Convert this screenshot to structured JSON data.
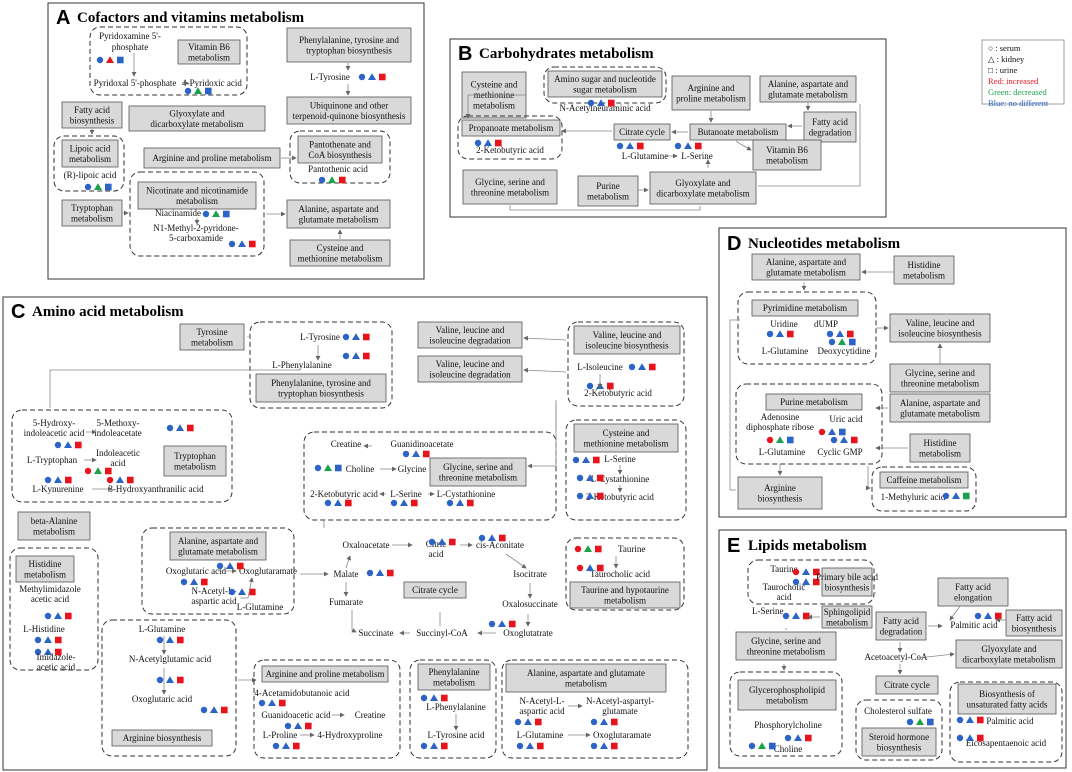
{
  "panels": [
    {
      "letter": "A",
      "title": "Cofactors and vitamins metabolism"
    },
    {
      "letter": "B",
      "title": "Carbohydrates metabolism"
    },
    {
      "letter": "C",
      "title": "Amino acid metabolism"
    },
    {
      "letter": "D",
      "title": "Nucleotides metabolism"
    },
    {
      "letter": "E",
      "title": "Lipids metabolism"
    }
  ],
  "legend": {
    "serum": "○ : serum",
    "kidney": "△ : kidney",
    "urine": "□ : urine",
    "increased": "Red: increased",
    "decreased": "Green: decreased",
    "no_different": "Blue: no different"
  },
  "colors": {
    "increased": "#e8141c",
    "decreased": "#1aa34a",
    "no_different": "#2b63c6"
  },
  "A": {
    "pyridoxamine": "Pyridoxamine 5'-",
    "phosphate": "phosphate",
    "vitb6": "Vitamin B6",
    "vitb6b": "metabolism",
    "pyridoxal": "Pyridoxal 5'-phosphate",
    "pyridoxic": "4-Pyridoxic acid",
    "phe1": "Phenylalanine, tyrosine and",
    "phe2": "tryptophan biosynthesis",
    "ltyr": "L-Tyrosine",
    "ubi1": "Ubiquinone and other",
    "ubi2": "terpenoid-quinone biosynthesis",
    "fa1": "Fatty acid",
    "fa2": "biosynthesis",
    "gly1": "Glyoxylate and",
    "gly2": "dicarboxylate metabolism",
    "lip1": "Lipoic acid",
    "lip2": "metabolism",
    "rlip": "(R)-lipoic acid",
    "arg": "Arginine and proline metabolism",
    "pan1": "Pantothenate and",
    "pan2": "CoA biosynthesis",
    "pana": "Pantothenic acid",
    "nic1": "Nicotinate and nicotinamide",
    "nic2": "metabolism",
    "niac": "Niacinamide",
    "n1a": "N1-Methyl-2-pyridone-",
    "n1b": "5-carboxamide",
    "trp1": "Tryptophan",
    "trp2": "metabolism",
    "ala1": "Alanine, aspartate and",
    "ala2": "glutamate metabolism",
    "cys1": "Cysteine and",
    "cys2": "methionine metabolism"
  },
  "B": {
    "cys1": "Cysteine and",
    "cys2": "methionine",
    "cys3": "metabolism",
    "amino1": "Amino sugar and nucleotide",
    "amino2": "sugar metabolism",
    "nacetyl": "N-Acetylneuraminic acid",
    "arg1": "Arginine and",
    "arg2": "proline metabolism",
    "ala1": "Alanine, aspartate and",
    "ala2": "glutamate metabolism",
    "prop": "Propanoate metabolism",
    "ketob": "2-Ketobutyric acid",
    "citrate": "Citrate cycle",
    "buta": "Butanoate metabolism",
    "fad1": "Fatty acid",
    "fad2": "degradation",
    "lglu": "L-Glutamine",
    "lser": "L-Serine",
    "vb61": "Vitamin B6",
    "vb62": "metabolism",
    "gly1": "Glycine, serine and",
    "gly2": "threonine metabolism",
    "pur1": "Purine",
    "pur2": "metabolism",
    "glx1": "Glyoxylate and",
    "glx2": "dicarboxylate metabolism"
  },
  "C": {
    "tyr1": "Tyrosine",
    "tyr2": "metabolism",
    "ltyr": "L-Tyrosine",
    "lphe": "L-Phenylalanine",
    "phe1": "Phenylalanine, tyrosine and",
    "phe2": "tryptophan biosynthesis",
    "vald1": "Valine, leucine and",
    "vald2": "isoleucine degradation",
    "valb1": "Valine, leucine and",
    "valb2": "isoleucine biosynthesis",
    "lile": "L-Isoleucine",
    "ketob": "2-Ketobutyric acid",
    "hia1": "5-Hydroxy-",
    "hia2": "indoleacetic acid",
    "mia1": "5-Methoxy-",
    "mia2": "indoleacetate",
    "ltrp": "L-Tryptophan",
    "ind1": "Indoleacetic",
    "ind2": "acid",
    "trpm1": "Tryptophan",
    "trpm2": "metabolism",
    "lkyn": "L-Kynurenine",
    "hydro": "3-Hydroxyanthranilic acid",
    "creat": "Creatine",
    "guan": "Guanidinoacetate",
    "chol": "Choline",
    "glyc": "Glycine",
    "gst1": "Glycine, serine and",
    "gst2": "threonine metabolism",
    "ketob2": "2-Ketobutyric acid",
    "lser": "L-Serine",
    "lcys": "L-Cystathionine",
    "cysm1": "Cysteine and",
    "cysm2": "methionine metabolism",
    "lser2": "L-Serine",
    "lcys2": "L-Cystathionine",
    "ketob3": "2-Ketobutyric acid",
    "bala1": "beta-Alanine",
    "bala2": "metabolism",
    "his1": "Histidine",
    "his2": "metabolism",
    "mim1": "Methylimidazole",
    "mim2": "acetic acid",
    "lhis": "L-Histidine",
    "imi1": "Imidazole-",
    "imi2": "acetic acid",
    "alag1": "Alanine, aspartate and",
    "alag2": "glutamate metabolism",
    "oxoa": "Oxoglutaric acid",
    "oxoam": "Oxoglutaramate",
    "nacasp1": "N-Acetyl-L-",
    "nacasp2": "aspartic acid",
    "lglu": "L-Glutamine",
    "oxaloa": "Oxaloacetate",
    "citric1": "Citric",
    "citric2": "acid",
    "cisac": "cis-Aconitate",
    "malate": "Malate",
    "fumarate": "Fumarate",
    "isocit": "Isocitrate",
    "oxalos": "Oxalosuccinate",
    "citcyc": "Citrate cycle",
    "succ": "Succinate",
    "succoa": "Succinyl-CoA",
    "oxog": "Oxoglutatrate",
    "taurine": "Taurine",
    "tauroch": "Taurocholic acid",
    "tau1": "Taurine and hypotaurine",
    "tau2": "metabolism",
    "lglu2": "L-Glutamine",
    "nacg": "N-Acetylglutamic acid",
    "oxoa2": "Oxoglutaric acid",
    "argb": "Arginine biosynthesis",
    "argp": "Arginine and proline metabolism",
    "acet": "4-Acetamidobutanoic acid",
    "guan2": "Guanidoacetic acid",
    "creat2": "Creatine",
    "lpro": "L-Proline",
    "hyp": "4-Hydroxyproline",
    "phem1": "Phenylalanine",
    "phem2": "metabolism",
    "lphe2": "L-Phenylalanine",
    "ltyr2": "L-Tyrosine acid",
    "alag3": "Alanine, aspartate and glutamate",
    "alag4": "metabolism",
    "naca1": "N-Acetyl-L-",
    "naca2": "aspartic acid",
    "nacaa1": "N-Acetyl-aspartyl-",
    "nacaa2": "glutamate",
    "lglu3": "L-Glutamine",
    "oxoam2": "Oxoglutaramate"
  },
  "D": {
    "ala1": "Alanine, aspartate and",
    "ala2": "glutamate metabolism",
    "his1": "Histidine",
    "his2": "metabolism",
    "pyr": "Pyrimidine metabolism",
    "uridine": "Uridine",
    "dump": "dUMP",
    "lglu": "L-Glutamine",
    "deoxy": "Deoxycytidine",
    "val1": "Valine, leucine and",
    "val2": "isoleucine biosynthesis",
    "gly1": "Glycine, serine and",
    "gly2": "threonine metabolism",
    "pur": "Purine metabolism",
    "aden1": "Adenosine",
    "aden2": "diphosphate ribose",
    "uric": "Uric acid",
    "ala3": "Alanine, aspartate and",
    "ala4": "glutamate metabolism",
    "lglu2": "L-Glutamine",
    "cgmp": "Cyclic GMP",
    "his3": "Histidine",
    "his4": "metabolism",
    "caf": "Caffeine metabolism",
    "methu": "1-Methyluric acid",
    "argb1": "Arginine",
    "argb2": "biosynthesis"
  },
  "E": {
    "taurine": "Taurine",
    "tauro1": "Taurocholic",
    "tauro2": "acid",
    "pba1": "Primary bile acid",
    "pba2": "biosynthesis",
    "lser": "L-Serine",
    "sph1": "Sphingolipid",
    "sph2": "metabolism",
    "fae1": "Fatty acid",
    "fae2": "elongation",
    "gly1": "Glycine, serine and",
    "gly2": "threonine metabolism",
    "fad1": "Fatty acid",
    "fad2": "degradation",
    "palm": "Palmitic acid",
    "fab1": "Fatty acid",
    "fab2": "biosynthesis",
    "acoa": "Acetoacetyl-CoA",
    "glx1": "Glyoxylate and",
    "glx2": "dicarboxylate metabolism",
    "cit": "Citrate cycle",
    "gpl1": "Glycerophospholipid",
    "gpl2": "metabolism",
    "phos": "Phosphorylcholine",
    "chol": "Choline",
    "chs": "Cholesterol sulfate",
    "ster1": "Steroid hormone",
    "ster2": "biosynthesis",
    "uns1": "Biosynthesis of",
    "uns2": "unsaturated fatty acids",
    "palm2": "Palmitic acid",
    "eico": "Eicosapentaenoic acid"
  }
}
